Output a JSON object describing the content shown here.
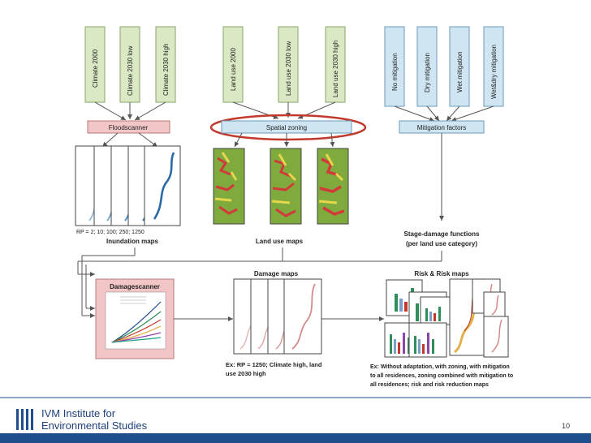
{
  "inputs": {
    "climate": [
      "Climate 2000",
      "Climate 2030 low",
      "Climate 2030 high"
    ],
    "landuse": [
      "Land use 2000",
      "Land use 2030 low",
      "Land use 2030 high"
    ],
    "mitigation": [
      "No mitigation",
      "Dry mitigation",
      "Wet mitigation",
      "Wet&dry mitigation"
    ]
  },
  "processes": {
    "floodscanner": "Floodscanner",
    "spatial_zoning": "Spatial zoning",
    "mitigation_factors": "Mitigation factors",
    "damagescanner": "Damagescanner"
  },
  "outputs": {
    "rp_list": "RP = 2; 10; 100; 250; 1250",
    "inundation": "Inundation maps",
    "landuse_maps": "Land use maps",
    "stage_damage_1": "Stage-damage functions",
    "stage_damage_2": "(per land use category)",
    "damage_maps": "Damage maps",
    "risk_maps": "Risk & Risk maps"
  },
  "captions": {
    "damage_1": "Ex: RP = 1250; Climate high, land",
    "damage_2": "use 2030 high",
    "risk_1": "Ex: Without adaptation, with zoning, with mitigation",
    "risk_2": "to all residences, zoning combined with mitigation to",
    "risk_3": "all residences; risk and risk reduction maps"
  },
  "footer": {
    "institute_line1": "IVM Institute for",
    "institute_line2": "Environmental Studies",
    "page_number": "10"
  },
  "colors": {
    "climate_fill": "#dbe8c4",
    "landuse_fill": "#dbe8c4",
    "mitigation_fill": "#cfe5f2",
    "floodscanner_fill": "#f2c6c6",
    "zoning_fill": "#cfe5f2",
    "highlight_ellipse": "#c0392b",
    "footer_blue": "#1f4e8c"
  }
}
